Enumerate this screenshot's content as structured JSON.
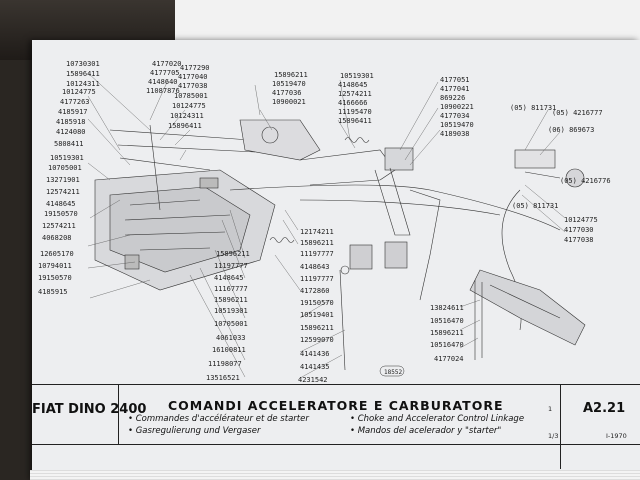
{
  "model": "FIAT DINO 2400",
  "title": "COMANDI ACCELERATORE E CARBURATORE",
  "subtitles": {
    "fr": "• Commandes d'accélérateur et de starter",
    "de": "• Gasregulierung und Vergaser",
    "en": "• Choke and Accelerator Control Linkage",
    "es": "• Mandos del acelerador y \"starter\""
  },
  "code": "A2.21",
  "sheet_number": "1",
  "sheet_fraction": "1/3",
  "date": "I-1970",
  "figure_number": "18552",
  "labels": {
    "l1": "10730301",
    "l2": "15896411",
    "l3": "10124311",
    "l4": "10124775",
    "l5": "4177263",
    "l6": "4185917",
    "l7": "4185918",
    "l8": "4124080",
    "l9": "5808411",
    "l10": "10519301",
    "l11": "10705001",
    "l12": "13271901",
    "l13": "12574211",
    "l14": "4148645",
    "l15": "19150570",
    "l16": "12574211",
    "l17": "4068208",
    "l18": "12605170",
    "l19": "10794011",
    "l20": "19150570",
    "l21": "4185915",
    "t1": "4177020",
    "t2": "4177705",
    "t3": "4148640",
    "t4": "11087876",
    "t5": "4177290",
    "t6": "4177040",
    "t7": "4177038",
    "t8": "10785001",
    "t9": "10124775",
    "t10": "10124311",
    "t11": "15896411",
    "m1": "15896211",
    "m2": "10519470",
    "m3": "4177036",
    "m4": "10900021",
    "n1": "10519301",
    "n2": "4148645",
    "n3": "12574211",
    "n4": "4166666",
    "n5": "11195470",
    "n6": "15896411",
    "r1": "4177051",
    "r2": "4177041",
    "r3": "869226",
    "r4": "10900221",
    "r5": "4177034",
    "r6": "10519470",
    "r7": "4189038",
    "f1": "(05) 811731",
    "f2": "(05) 4216777",
    "f3": "(06) 869673",
    "f4": "(05) 4216776",
    "f5": "(05) 811731",
    "rr1": "10124775",
    "rr2": "4177030",
    "rr3": "4177038",
    "c1": "12174211",
    "c2": "15896211",
    "c3": "11197777",
    "c4": "4148643",
    "c5": "11197777",
    "c6": "4172860",
    "c7": "19150570",
    "c8": "10519401",
    "c9": "15896211",
    "c10": "12599070",
    "c11": "4141436",
    "c12": "4141435",
    "c13": "4231542",
    "b1": "15896211",
    "b2": "11197777",
    "b3": "4148645",
    "b4": "11167777",
    "b5": "15896211",
    "b6": "10519301",
    "b7": "10705001",
    "b8": "4061033",
    "b9": "16100811",
    "b10": "11198077",
    "b11": "13516521",
    "p1": "13824611",
    "p2": "10516470",
    "p3": "15896211",
    "p4": "10516470",
    "p5": "4177024"
  }
}
